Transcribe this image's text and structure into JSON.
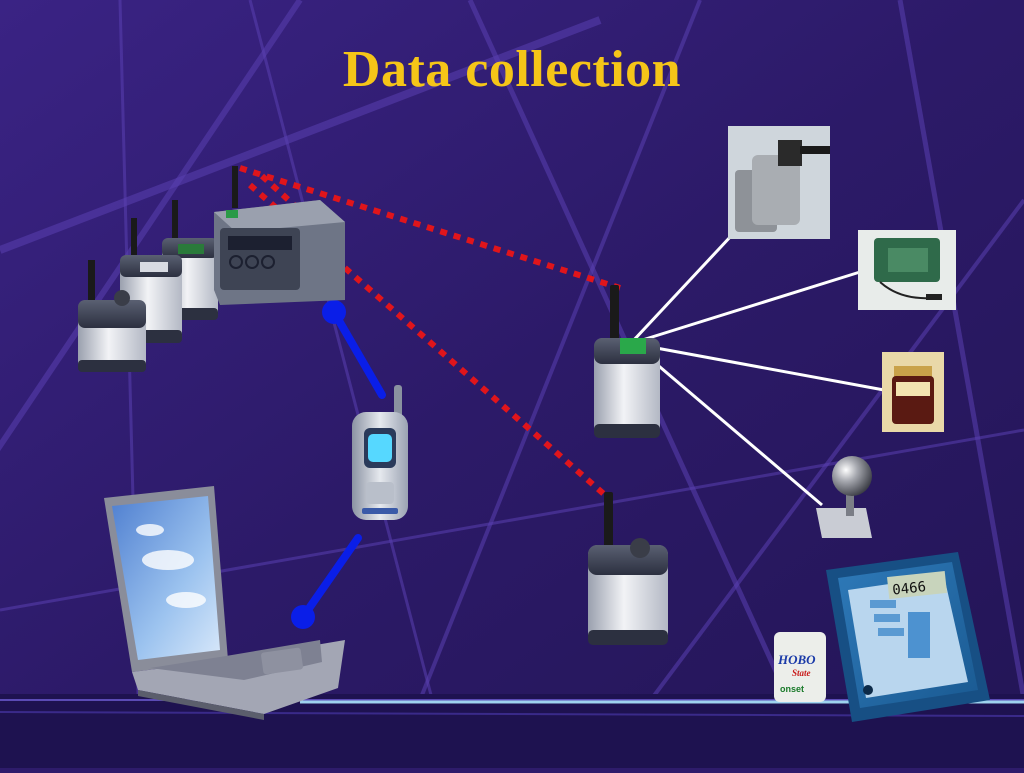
{
  "slide": {
    "title": "Data collection"
  },
  "colors": {
    "background": "#2e1b6b",
    "title": "#f5c518",
    "dotted_link": "#e0151b",
    "blue_link": "#0a1ee8",
    "sensor_wire": "#ffffff"
  },
  "devices": {
    "handheld_display": "0466",
    "badge_brand": "HOBO",
    "badge_subtitle": "State",
    "badge_maker": "onset"
  },
  "icons": [
    "logger-icon",
    "base-station-icon",
    "phone-icon",
    "laptop-icon",
    "sensor-icon",
    "meter-icon"
  ]
}
